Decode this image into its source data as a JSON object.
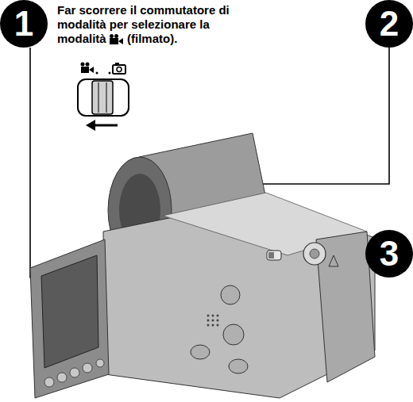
{
  "diagram": {
    "labels": [
      "1",
      "Far scorrere il commutatore di modalità per selezionare la modalità",
      "(filmato).",
      "2",
      "3"
    ]
  }
}
